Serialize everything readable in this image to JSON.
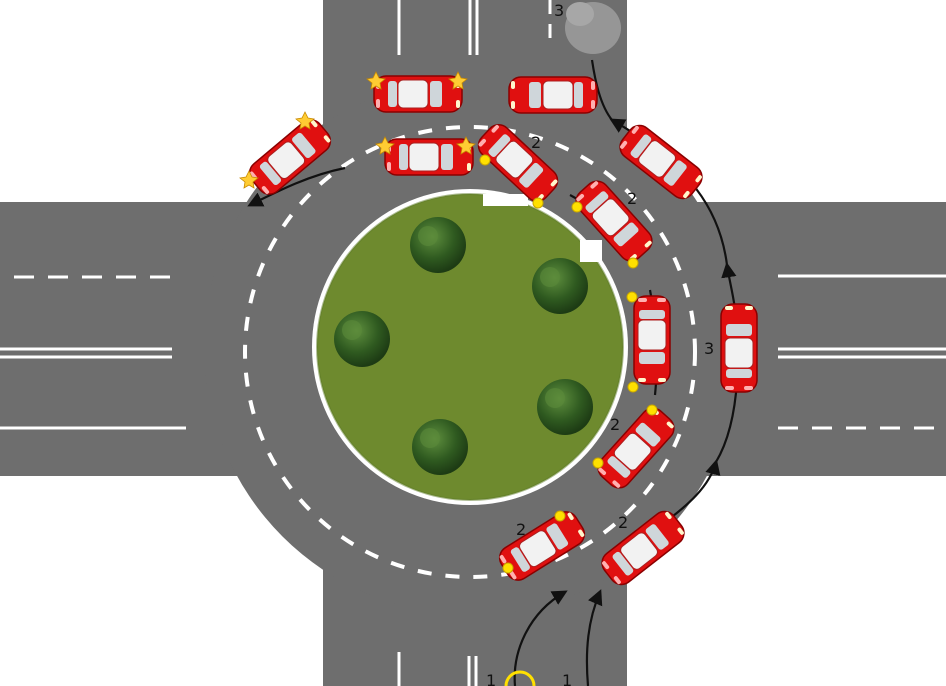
{
  "colors": {
    "asphalt": "#6e6e6e",
    "marking": "#ffffff",
    "grass": "#6e8a2e",
    "tree": "#2f5a20",
    "car": "#e01010",
    "car_window": "#cfd6da",
    "indicator": "#ffe000",
    "hazard": "#ffcc33",
    "arrow": "#111111",
    "background": "#ffffff"
  },
  "labels": {
    "entry_1a": "1",
    "entry_1b": "1",
    "ring_2a": "2",
    "ring_2b": "2",
    "ring_2c": "2",
    "ring_2d": "2",
    "ring_2e": "2",
    "ring_3": "3",
    "top_3": "3"
  }
}
